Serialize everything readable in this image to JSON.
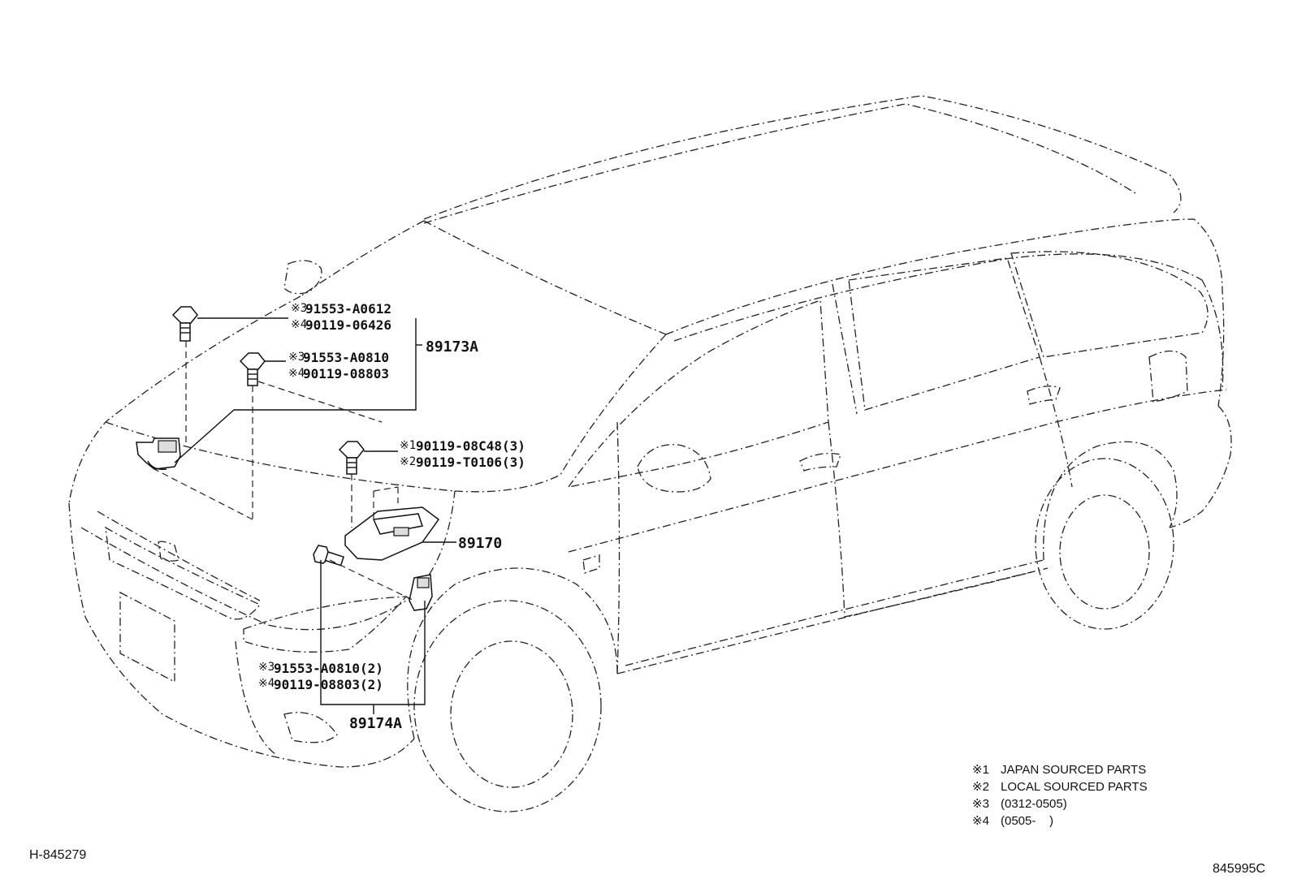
{
  "callouts": {
    "bolt_a_jp": {
      "mark": "※3",
      "part": "91553-A0612"
    },
    "bolt_a_local": {
      "mark": "※4",
      "part": "90119-06426"
    },
    "bolt_b_jp": {
      "mark": "※3",
      "part": "91553-A0810"
    },
    "bolt_b_local": {
      "mark": "※4",
      "part": "90119-08803"
    },
    "assembly_front_sensor": "89173A",
    "bolt_c_jp": {
      "mark": "※1",
      "part": "90119-08C48(3)"
    },
    "bolt_c_local": {
      "mark": "※2",
      "part": "90119-T0106(3)"
    },
    "airbag_ecu": "89170",
    "bolt_d_jp": {
      "mark": "※3",
      "part": "91553-A0810(2)"
    },
    "bolt_d_local": {
      "mark": "※4",
      "part": "90119-08803(2)"
    },
    "assembly_side_sensor": "89174A"
  },
  "notes": [
    {
      "mark": "※1",
      "text": "JAPAN SOURCED PARTS"
    },
    {
      "mark": "※2",
      "text": "LOCAL SOURCED PARTS"
    },
    {
      "mark": "※3",
      "text": "(0312-0505)"
    },
    {
      "mark": "※4",
      "text": "(0505-    )"
    }
  ],
  "references": {
    "illustration_id": "H-845279",
    "diagram_id": "845995C"
  }
}
